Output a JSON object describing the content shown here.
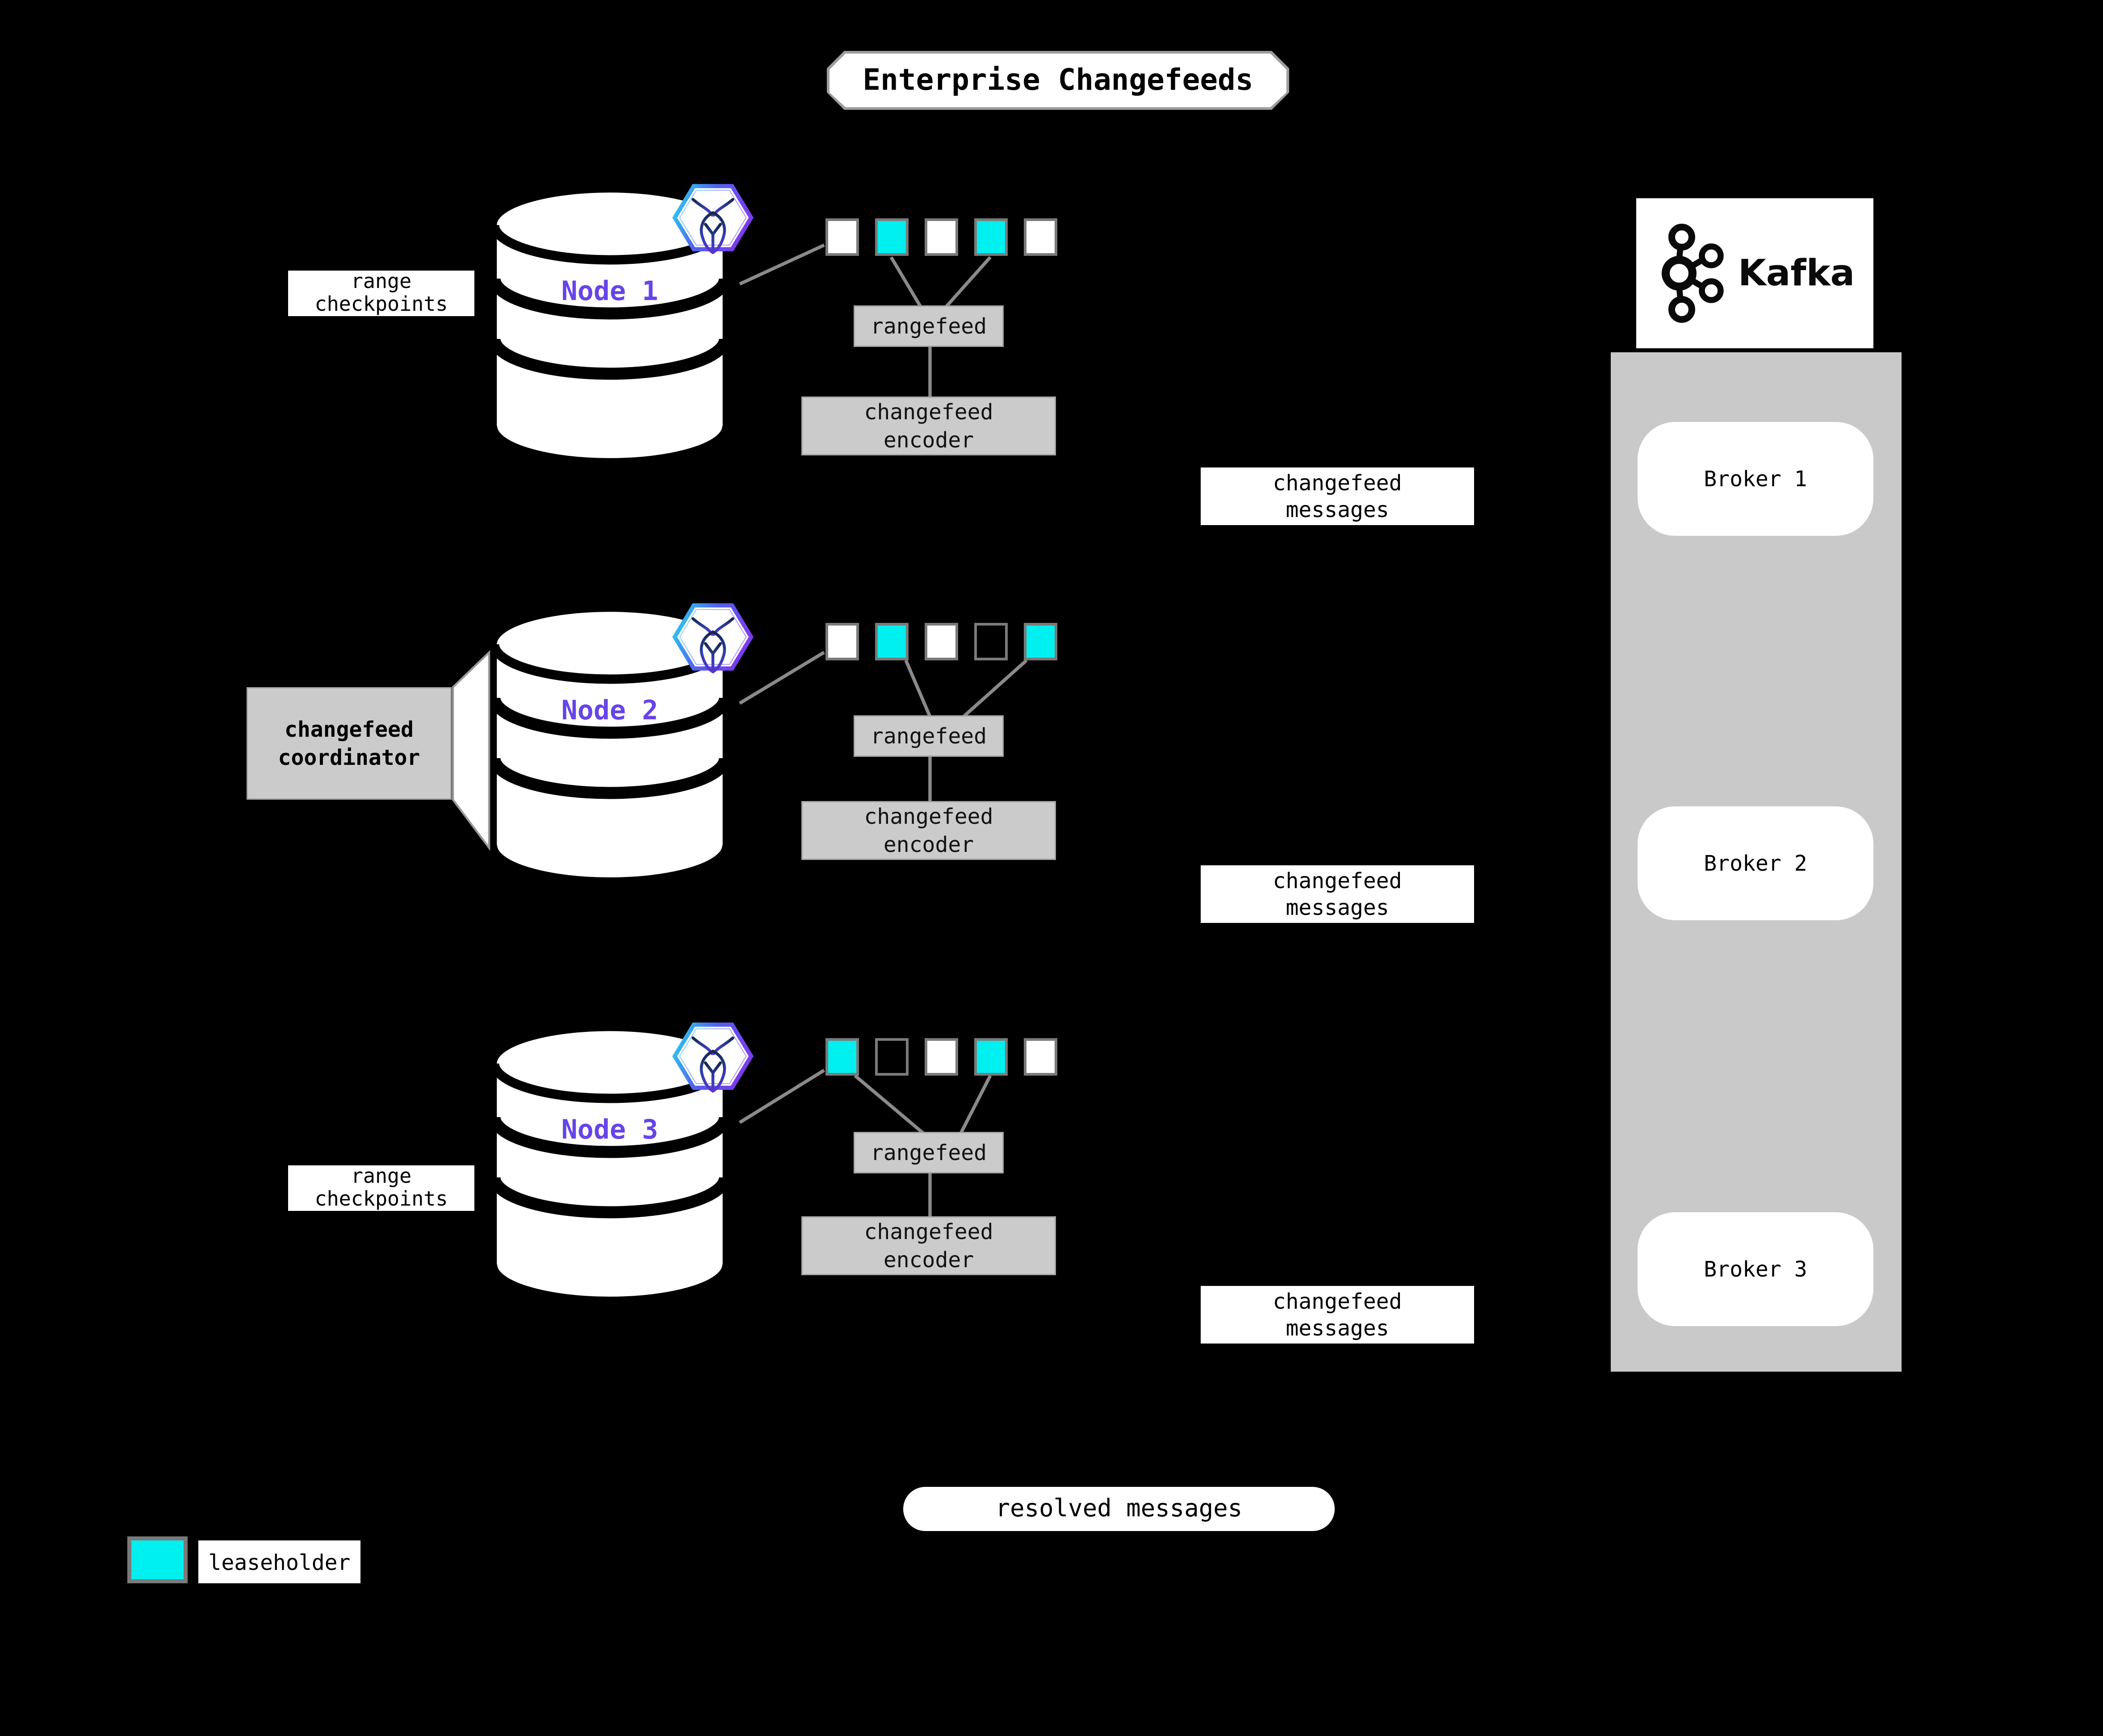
{
  "title": "Enterprise Changefeeds",
  "nodes": [
    {
      "name": "Node 1",
      "ranges": [
        "replica",
        "leaseholder",
        "replica",
        "leaseholder",
        "replica"
      ]
    },
    {
      "name": "Node 2",
      "ranges": [
        "replica",
        "leaseholder",
        "replica",
        "empty",
        "leaseholder"
      ]
    },
    {
      "name": "Node 3",
      "ranges": [
        "leaseholder",
        "empty",
        "replica",
        "leaseholder",
        "replica"
      ]
    }
  ],
  "labels": {
    "range_checkpoints": [
      "range",
      "checkpoints"
    ],
    "coordinator": [
      "changefeed",
      "coordinator"
    ],
    "rangefeed": "rangefeed",
    "encoder": [
      "changefeed",
      "encoder"
    ],
    "messages": [
      "changefeed",
      "messages"
    ],
    "resolved": "resolved messages"
  },
  "kafka": {
    "name": "Kafka",
    "brokers": [
      "Broker 1",
      "Broker 2",
      "Broker 3"
    ]
  },
  "legend": {
    "label": "leaseholder"
  },
  "colors": {
    "background": "#000000",
    "leaseholder": "#00efef",
    "node_label": "#6644e8",
    "box_gray": "#cbcbcb",
    "broker_column_gray": "#c9c9c9",
    "line_gray": "#8a8a8a",
    "badge_gradient": [
      "#27d8f1",
      "#4f63f0",
      "#7a3cee"
    ]
  }
}
